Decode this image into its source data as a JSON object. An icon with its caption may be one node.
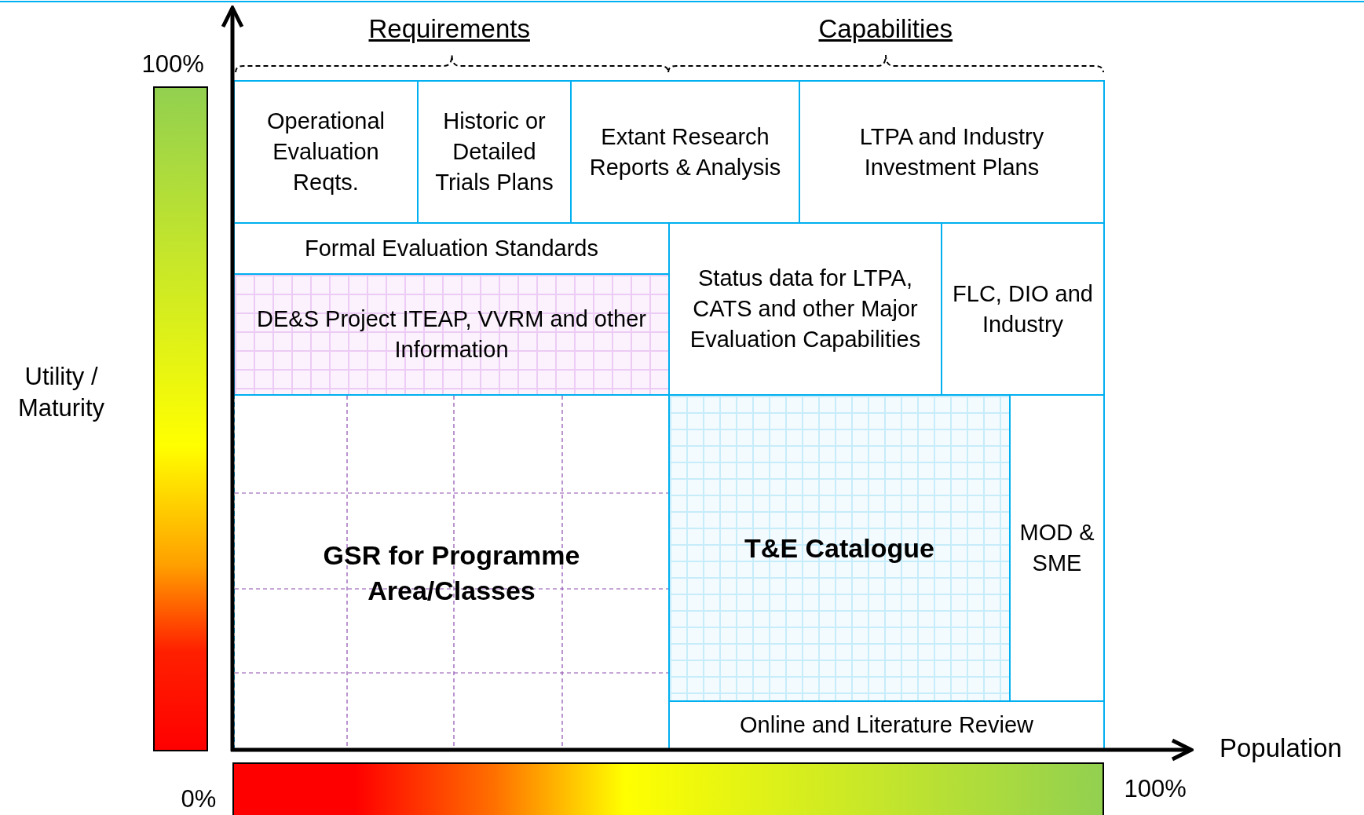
{
  "diagram": {
    "nodes": [
      {
        "text": [
          "Operational Evaluation Reqts."
        ]
      },
      {
        "text": [
          "Historic or Detailed Trials Plans"
        ]
      },
      {
        "text": [
          "Extant Research Reports & Analysis"
        ]
      },
      {
        "text": [
          "LTPA and Industry Investment Plans"
        ]
      },
      {
        "text": [
          "Formal Evaluation Standards"
        ]
      },
      {
        "text": [
          "DE&S Project ITEAP, VVRM and other Information"
        ]
      },
      {
        "text": [
          "Status data for LTPA, CATS and other Major Evaluation Capabilities"
        ]
      },
      {
        "text": [
          "FLC, DIO and Industry"
        ]
      },
      {
        "text": [
          "GSR for Programme Area/Classes"
        ]
      },
      {
        "text": [
          "T&E Catalogue"
        ]
      },
      {
        "text": [
          "MOD & SME"
        ]
      },
      {
        "text": [
          "Online and Literature Review"
        ]
      },
      {
        "text": [],
        "shape": "bar"
      },
      {
        "text": [],
        "shape": "bar"
      }
    ],
    "labels": [
      "Requirements",
      "Capabilities",
      "100%",
      "Utility / Maturity",
      "0%",
      "100%",
      "Population"
    ]
  }
}
